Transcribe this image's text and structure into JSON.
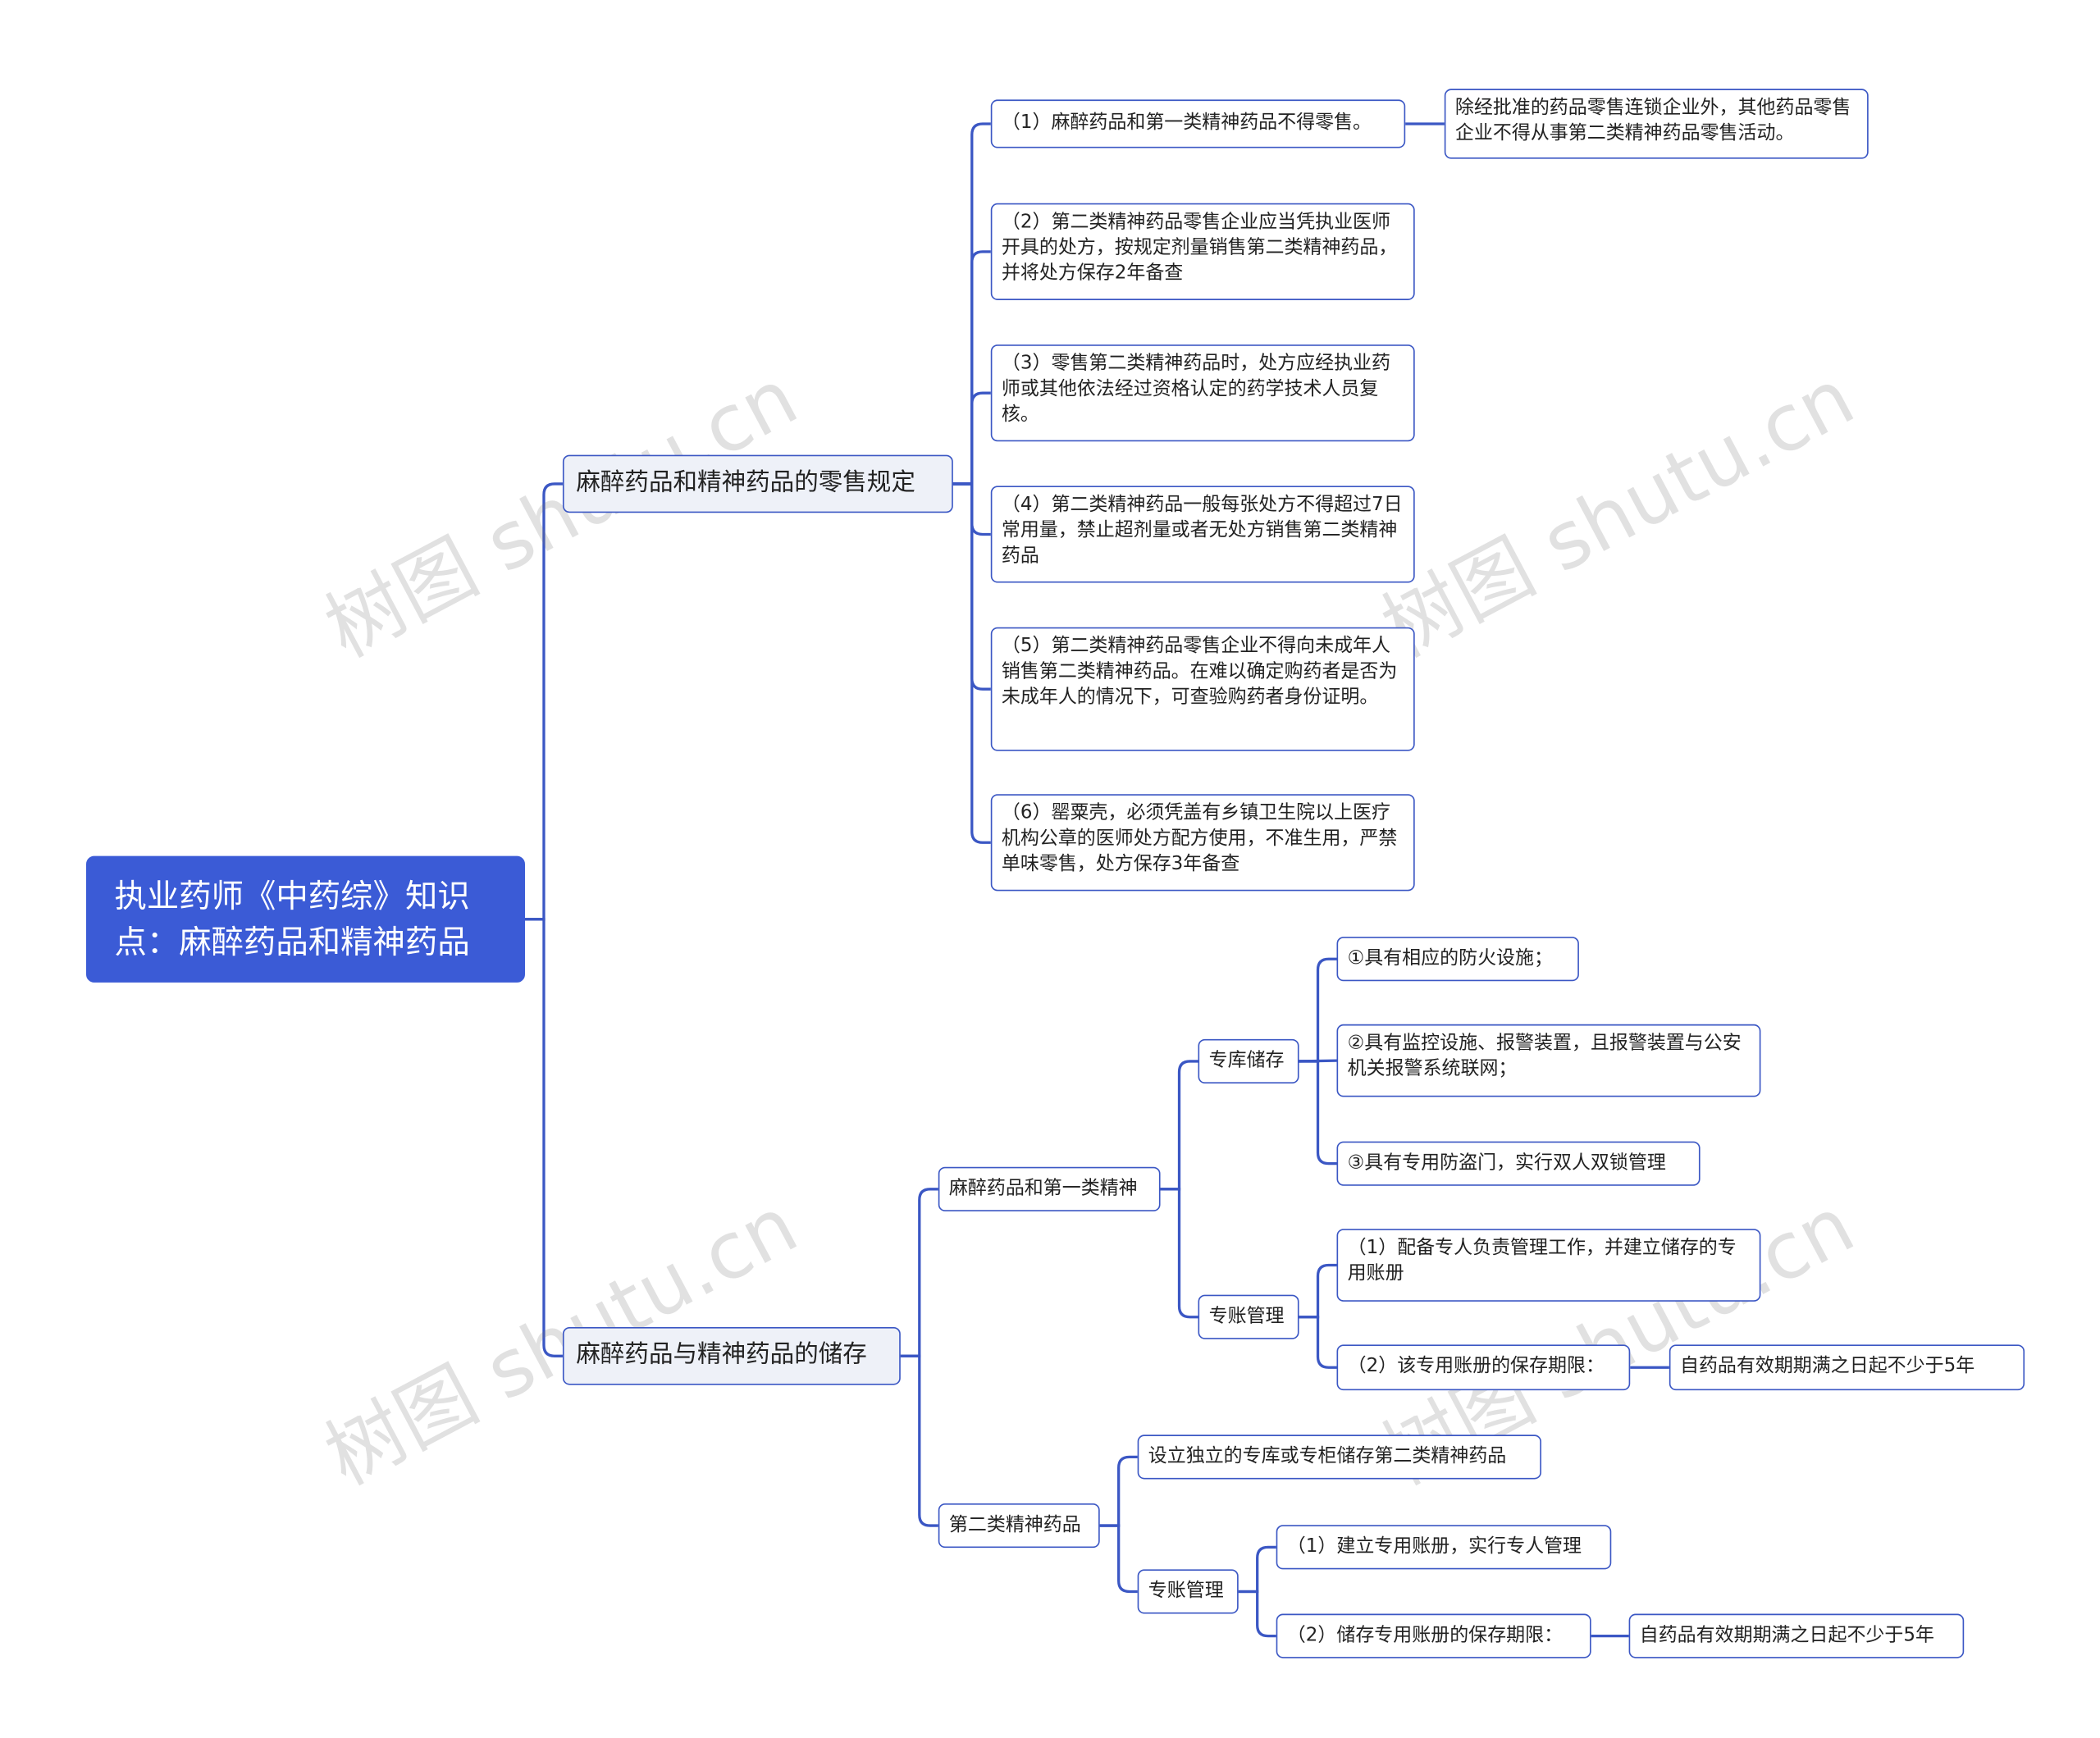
{
  "watermark": "树图 shutu.cn",
  "root": "执业药师《中药综》知识点：麻醉药品和精神药品",
  "retail": {
    "title": "麻醉药品和精神药品的零售规定",
    "items": [
      "（1）麻醉药品和第一类精神药品不得零售。",
      "（2）第二类精神药品零售企业应当凭执业医师开具的处方，按规定剂量销售第二类精神药品，并将处方保存2年备查",
      "（3）零售第二类精神药品时，处方应经执业药师或其他依法经过资格认定的药学技术人员复核。",
      "（4）第二类精神药品一般每张处方不得超过7日常用量，禁止超剂量或者无处方销售第二类精神药品",
      "（5）第二类精神药品零售企业不得向未成年人销售第二类精神药品。在难以确定购药者是否为未成年人的情况下，可查验购药者身份证明。",
      "（6）罂粟壳，必须凭盖有乡镇卫生院以上医疗机构公章的医师处方配方使用，不准生用，严禁单味零售，处方保存3年备查"
    ],
    "item1_note": "除经批准的药品零售连锁企业外，其他药品零售企业不得从事第二类精神药品零售活动。"
  },
  "storage": {
    "title": "麻醉药品与精神药品的储存",
    "narcotic": {
      "title": "麻醉药品和第一类精神",
      "warehouse": {
        "title": "专库储存",
        "items": [
          "①具有相应的防火设施；",
          "②具有监控设施、报警装置，且报警装置与公安机关报警系统联网；",
          "③具有专用防盗门，实行双人双锁管理"
        ]
      },
      "ledger": {
        "title": "专账管理",
        "items": [
          "（1）配备专人负责管理工作，并建立储存的专用账册",
          "（2）该专用账册的保存期限："
        ],
        "period": "自药品有效期期满之日起不少于5年"
      }
    },
    "psych2": {
      "title": "第二类精神药品",
      "cabinet": "设立独立的专库或专柜储存第二类精神药品",
      "ledger": {
        "title": "专账管理",
        "items": [
          "（1）建立专用账册，实行专人管理",
          "（2）储存专用账册的保存期限："
        ],
        "period": "自药品有效期期满之日起不少于5年"
      }
    }
  }
}
